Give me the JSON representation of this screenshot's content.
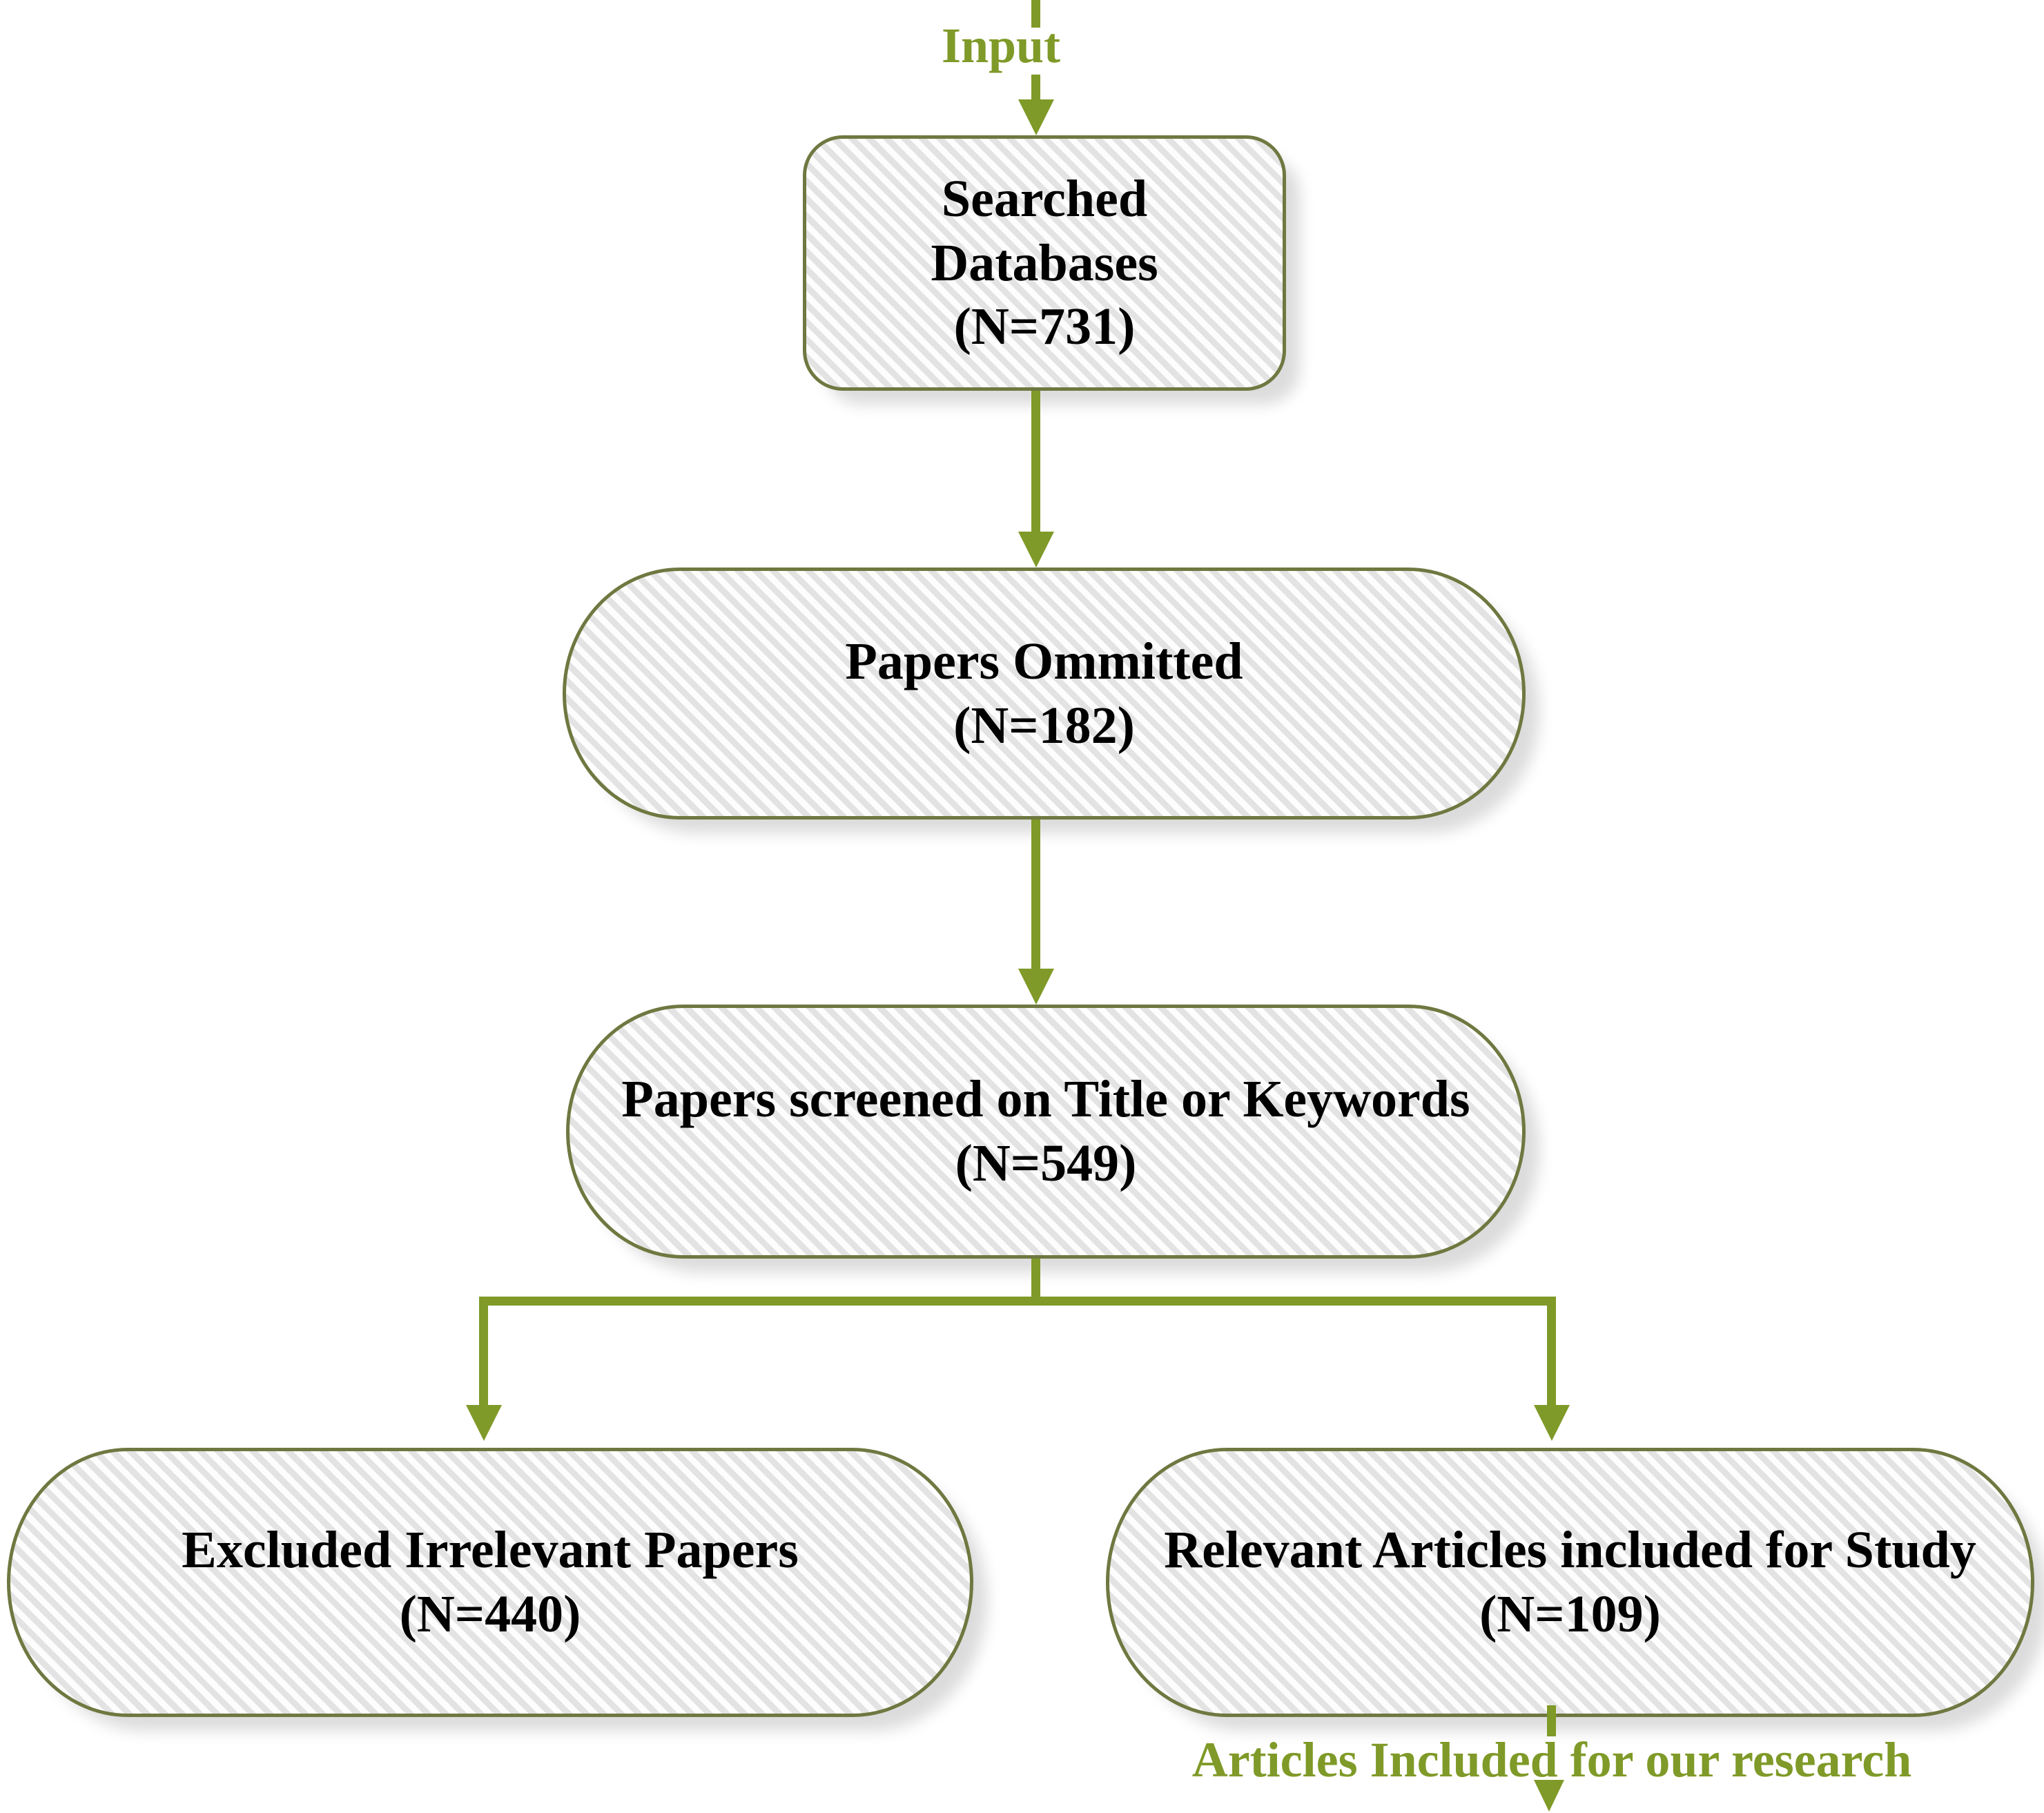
{
  "diagram": {
    "title": "PRISMA-style literature selection flowchart",
    "accent_color": "#7F9A28",
    "border_color": "#6E7840",
    "node_fill": "#F1F1F1",
    "text_color": "#000000"
  },
  "captions": {
    "input": "Input",
    "output": "Articles Included for our research"
  },
  "nodes": [
    {
      "id": "searched-databases",
      "label_line1": "Searched",
      "label_line2": "Databases",
      "count_label": "(N=731)",
      "n": 731
    },
    {
      "id": "papers-ommitted",
      "label_line1": "Papers Ommitted",
      "label_line2": "",
      "count_label": "(N=182)",
      "n": 182
    },
    {
      "id": "papers-screened",
      "label_line1": "Papers screened on Title or Keywords",
      "label_line2": "",
      "count_label": "(N=549)",
      "n": 549
    },
    {
      "id": "excluded-papers",
      "label_line1": "Excluded Irrelevant Papers",
      "label_line2": "",
      "count_label": "(N=440)",
      "n": 440
    },
    {
      "id": "relevant-articles",
      "label_line1": "Relevant Articles included for Study",
      "label_line2": "",
      "count_label": "(N=109)",
      "n": 109
    }
  ],
  "chart_data": {
    "type": "diagram",
    "title": "Literature screening flow",
    "categories": [
      "Searched Databases",
      "Papers Ommitted",
      "Papers screened on Title or Keywords",
      "Excluded Irrelevant Papers",
      "Relevant Articles included for Study"
    ],
    "values": [
      731,
      182,
      549,
      440,
      109
    ],
    "edges": [
      {
        "from": "input",
        "to": "searched-databases",
        "label": "Input"
      },
      {
        "from": "searched-databases",
        "to": "papers-ommitted",
        "label": ""
      },
      {
        "from": "papers-ommitted",
        "to": "papers-screened",
        "label": ""
      },
      {
        "from": "papers-screened",
        "to": "excluded-papers",
        "label": ""
      },
      {
        "from": "papers-screened",
        "to": "relevant-articles",
        "label": ""
      },
      {
        "from": "relevant-articles",
        "to": "output",
        "label": "Articles Included for our research"
      }
    ]
  }
}
